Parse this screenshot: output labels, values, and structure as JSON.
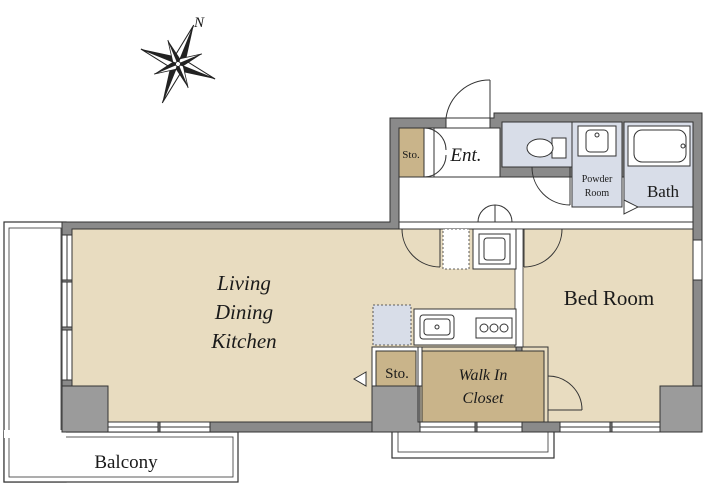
{
  "compass": {
    "north_label": "N"
  },
  "rooms": {
    "ldk": {
      "line1": "Living",
      "line2": "Dining",
      "line3": "Kitchen"
    },
    "bedroom": {
      "label": "Bed Room"
    },
    "entrance": {
      "label": "Ent."
    },
    "entrance_storage": {
      "label": "Sto."
    },
    "storage": {
      "label": "Sto."
    },
    "walk_in_closet": {
      "line1": "Walk In",
      "line2": "Closet"
    },
    "powder_room": {
      "line1": "Powder",
      "line2": "Room"
    },
    "bath": {
      "label": "Bath"
    },
    "balcony": {
      "label": "Balcony"
    }
  },
  "colors": {
    "room_floor": "#e8dcc0",
    "storage_floor": "#c9b48a",
    "wet_area": "#d8dde8",
    "wall": "#8a8a8a",
    "column": "#9b9b9b",
    "line": "#333333"
  }
}
